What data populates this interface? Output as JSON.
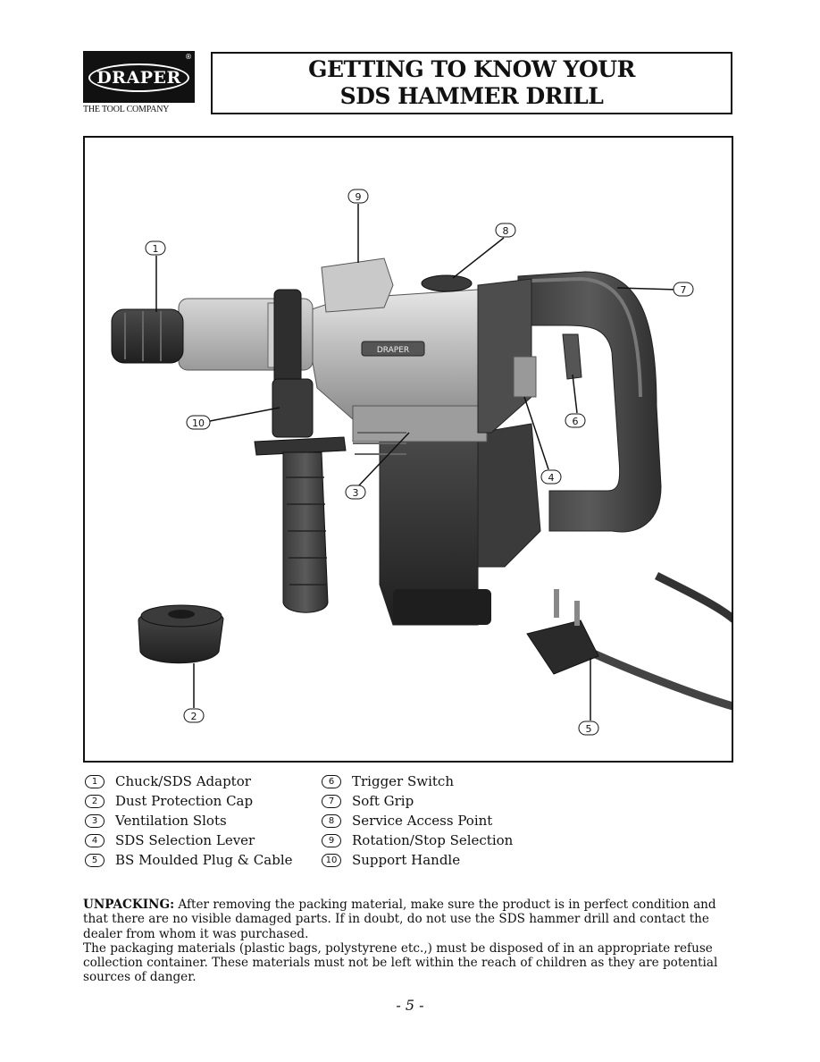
{
  "header": {
    "logo_word": "DRAPER",
    "logo_reg": "®",
    "logo_tagline": "THE TOOL COMPANY",
    "title_line1": "GETTING TO KNOW YOUR",
    "title_line2": "SDS HAMMER DRILL"
  },
  "figure": {
    "callouts": [
      "1",
      "2",
      "3",
      "4",
      "5",
      "6",
      "7",
      "8",
      "9",
      "10"
    ],
    "badge_text": "DRAPER"
  },
  "legend": {
    "left": [
      {
        "num": "1",
        "label": "Chuck/SDS Adaptor"
      },
      {
        "num": "2",
        "label": "Dust Protection Cap"
      },
      {
        "num": "3",
        "label": "Ventilation Slots"
      },
      {
        "num": "4",
        "label": "SDS Selection Lever"
      },
      {
        "num": "5",
        "label": "BS Moulded Plug & Cable"
      }
    ],
    "right": [
      {
        "num": "6",
        "label": "Trigger Switch"
      },
      {
        "num": "7",
        "label": "Soft Grip"
      },
      {
        "num": "8",
        "label": "Service Access Point"
      },
      {
        "num": "9",
        "label": "Rotation/Stop Selection"
      },
      {
        "num": "10",
        "label": "Support Handle"
      }
    ]
  },
  "body": {
    "unpacking_heading": "UNPACKING:",
    "unpacking_text": " After removing the packing material, make sure the product is in perfect condition and that there are no visible damaged parts. If in doubt, do not use the SDS hammer drill and contact the dealer from whom it was purchased.",
    "packaging_text": "The packaging materials (plastic bags, polystyrene etc.,) must be disposed of in an appropriate refuse collection container. These materials must not be left within the reach of children as they are potential sources of danger."
  },
  "page_number": "- 5 -"
}
